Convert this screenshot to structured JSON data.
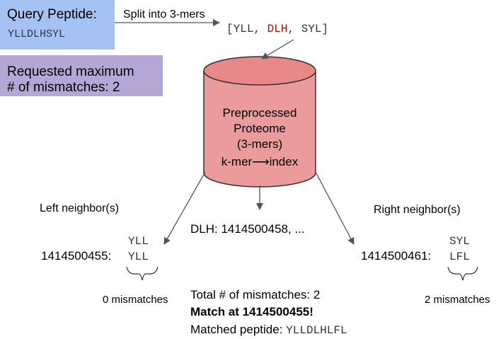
{
  "query": {
    "label": "Query Peptide:",
    "sequence": "YLLDLHSYL"
  },
  "split": {
    "label": "Split into 3-mers"
  },
  "kmers": {
    "open": "[",
    "k1": "YLL",
    "sep1": ", ",
    "k2": "DLH",
    "sep2": ", ",
    "k3": "SYL",
    "close": "]"
  },
  "max_mismatch": {
    "line1": "Requested maximum",
    "line2": "# of mismatches: 2"
  },
  "cylinder": {
    "line1": "Preprocessed",
    "line2": "Proteome",
    "line3": "(3-mers)",
    "line4": "k-mer⟶index"
  },
  "left": {
    "heading": "Left neighbor(s)",
    "query_kmer": "YLL",
    "position": "1414500455:",
    "match_kmer": "YLL",
    "mismatches": "0 mismatches"
  },
  "center": {
    "text": "DLH: 1414500458, ..."
  },
  "right": {
    "heading": "Right neighbor(s)",
    "query_kmer": "SYL",
    "position": "1414500461:",
    "match_kmer": "LFL",
    "mismatches": "2 mismatches"
  },
  "result": {
    "total": "Total # of mismatches: 2",
    "match": "Match at 1414500455!",
    "peptide_label": "Matched peptide: ",
    "peptide": "YLLDLHLFL"
  },
  "colors": {
    "query_bg": "#a4c2f4",
    "mismatch_bg": "#b4a7d6",
    "cylinder_fill": "#e06666",
    "highlight_kmer": "#cc0000",
    "arrow": "#555555"
  }
}
